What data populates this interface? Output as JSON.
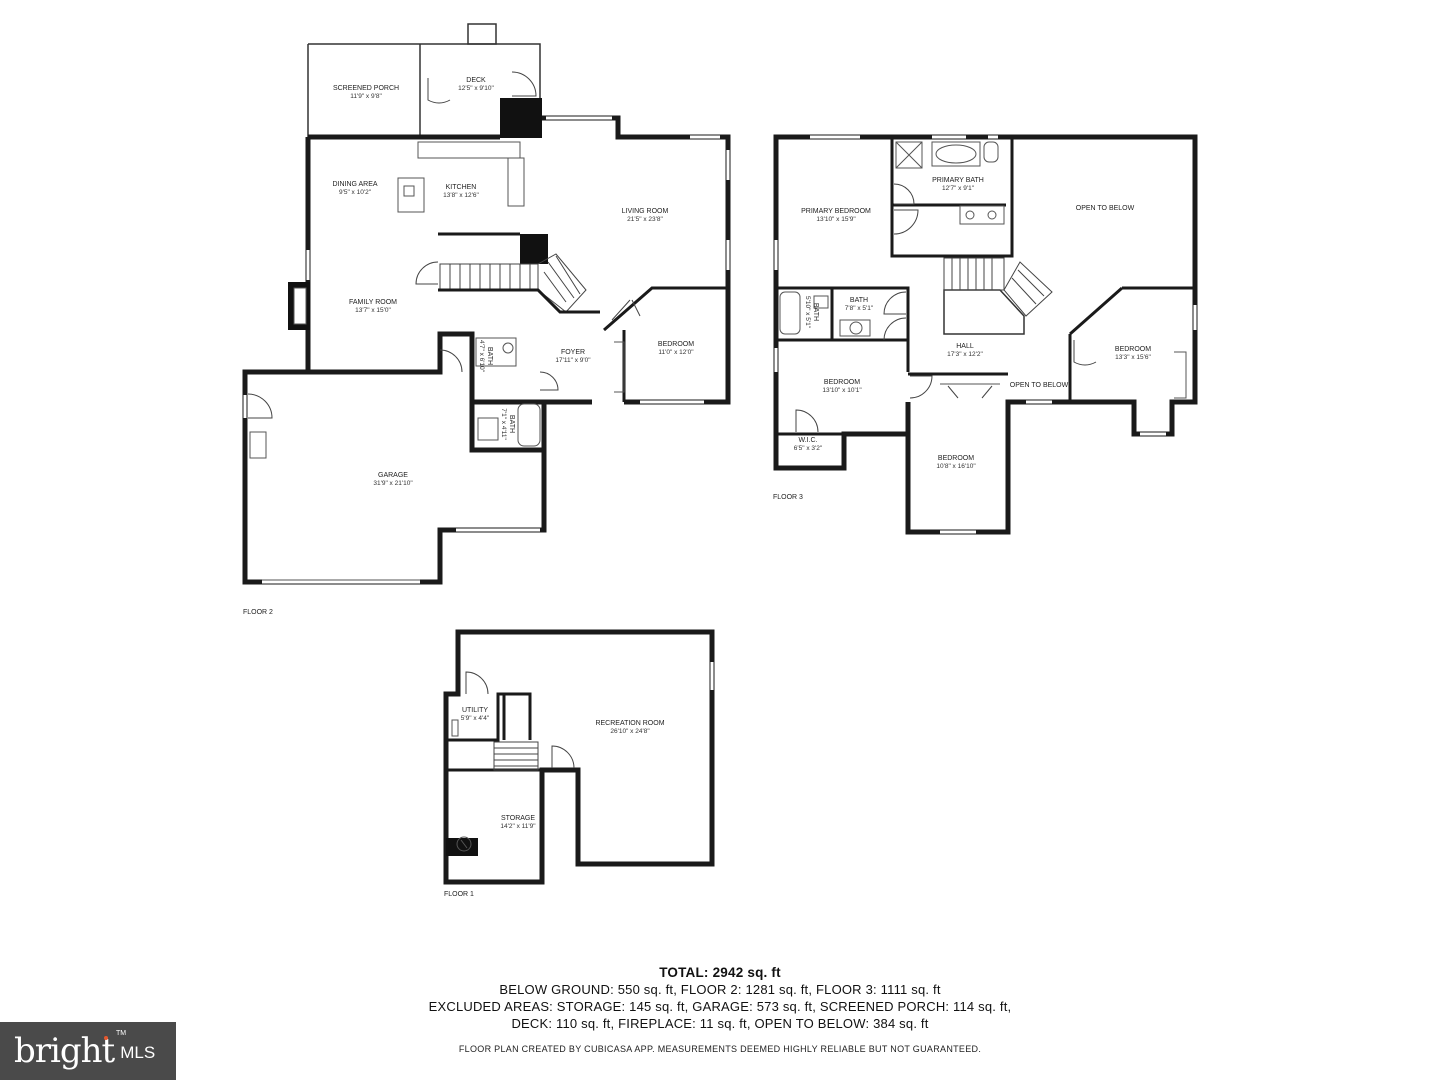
{
  "floor2": {
    "label": "FLOOR 2",
    "rooms": {
      "screened_porch": {
        "name": "SCREENED PORCH",
        "size": "11'9\" x 9'8\""
      },
      "deck": {
        "name": "DECK",
        "size": "12'5\" x 9'10\""
      },
      "dining": {
        "name": "DINING AREA",
        "size": "9'5\" x 10'2\""
      },
      "kitchen": {
        "name": "KITCHEN",
        "size": "13'8\" x 12'6\""
      },
      "living": {
        "name": "LIVING ROOM",
        "size": "21'5\" x 23'8\""
      },
      "family": {
        "name": "FAMILY ROOM",
        "size": "13'7\" x 15'0\""
      },
      "bath1": {
        "name": "BATH",
        "size": "4'7\" x 6'10\""
      },
      "bath2": {
        "name": "BATH",
        "size": "7'1\" x 4'11\""
      },
      "foyer": {
        "name": "FOYER",
        "size": "17'11\" x 9'0\""
      },
      "bedroom": {
        "name": "BEDROOM",
        "size": "11'0\" x 12'0\""
      },
      "garage": {
        "name": "GARAGE",
        "size": "31'9\" x 21'10\""
      }
    }
  },
  "floor3": {
    "label": "FLOOR 3",
    "rooms": {
      "primary_bedroom": {
        "name": "PRIMARY BEDROOM",
        "size": "13'10\" x 15'9\""
      },
      "primary_bath": {
        "name": "PRIMARY BATH",
        "size": "12'7\" x 9'1\""
      },
      "open_to_below": {
        "name": "OPEN TO BELOW"
      },
      "bath_small": {
        "name": "BATH",
        "size": "5'10\" x 5'1\""
      },
      "bath": {
        "name": "BATH",
        "size": "7'8\" x 5'1\""
      },
      "hall": {
        "name": "HALL",
        "size": "17'3\" x 12'2\""
      },
      "bedroom_right": {
        "name": "BEDROOM",
        "size": "13'3\" x 15'6\""
      },
      "bedroom_left": {
        "name": "BEDROOM",
        "size": "13'10\" x 10'1\""
      },
      "open_to_below_2": {
        "name": "OPEN TO BELOW"
      },
      "wic": {
        "name": "W.I.C.",
        "size": "6'5\" x 3'2\""
      },
      "bedroom_bottom": {
        "name": "BEDROOM",
        "size": "10'8\" x 16'10\""
      }
    }
  },
  "floor1": {
    "label": "FLOOR 1",
    "rooms": {
      "utility": {
        "name": "UTILITY",
        "size": "5'9\" x 4'4\""
      },
      "recreation": {
        "name": "RECREATION ROOM",
        "size": "26'10\" x 24'8\""
      },
      "storage": {
        "name": "STORAGE",
        "size": "14'2\" x 11'9\""
      }
    }
  },
  "summary": {
    "total": "TOTAL: 2942 sq. ft",
    "line1": "BELOW GROUND: 550 sq. ft, FLOOR 2: 1281 sq. ft, FLOOR 3: 1111 sq. ft",
    "line2": "EXCLUDED AREAS: STORAGE: 145 sq. ft, GARAGE: 573 sq. ft, SCREENED PORCH: 114 sq. ft,",
    "line3": "DECK: 110 sq. ft, FIREPLACE: 11 sq. ft, OPEN TO BELOW: 384 sq. ft",
    "disclaimer": "FLOOR PLAN CREATED BY CUBICASA APP. MEASUREMENTS DEEMED HIGHLY RELIABLE BUT NOT GUARANTEED."
  },
  "logo": {
    "brand": "bright",
    "suffix": "MLS",
    "trademark": "TM"
  },
  "icons": {
    "logo": "bright-mls-logo"
  }
}
